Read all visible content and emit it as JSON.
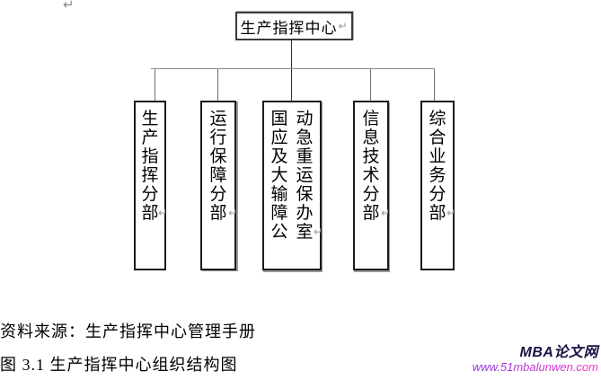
{
  "page": {
    "stray_return_mark": "↵"
  },
  "org": {
    "root": {
      "label": "生产指挥中心",
      "return_mark": "↵"
    },
    "branches": [
      {
        "label": "生产指挥分部",
        "columns": 1,
        "return_mark": "↵"
      },
      {
        "label": "运行保障分部",
        "columns": 1,
        "return_mark": "↵"
      },
      {
        "label": "国动应急及重大运输保障办公室",
        "columns": 2,
        "return_mark": "↵"
      },
      {
        "label": "信息技术分部",
        "columns": 1,
        "return_mark": "↵"
      },
      {
        "label": "综合业务分部",
        "columns": 1,
        "return_mark": "↵"
      }
    ]
  },
  "captions": {
    "source": "资料来源：生产指挥中心管理手册",
    "figure": "图 3.1 生产指挥中心组织结构图"
  },
  "watermark": {
    "site_name": "MBA论文网",
    "url": "www.51mbalunwen.com",
    "site_color": "#1b1243",
    "url_gradient_start": "#8a35dc",
    "url_gradient_end": "#ff30cf"
  }
}
